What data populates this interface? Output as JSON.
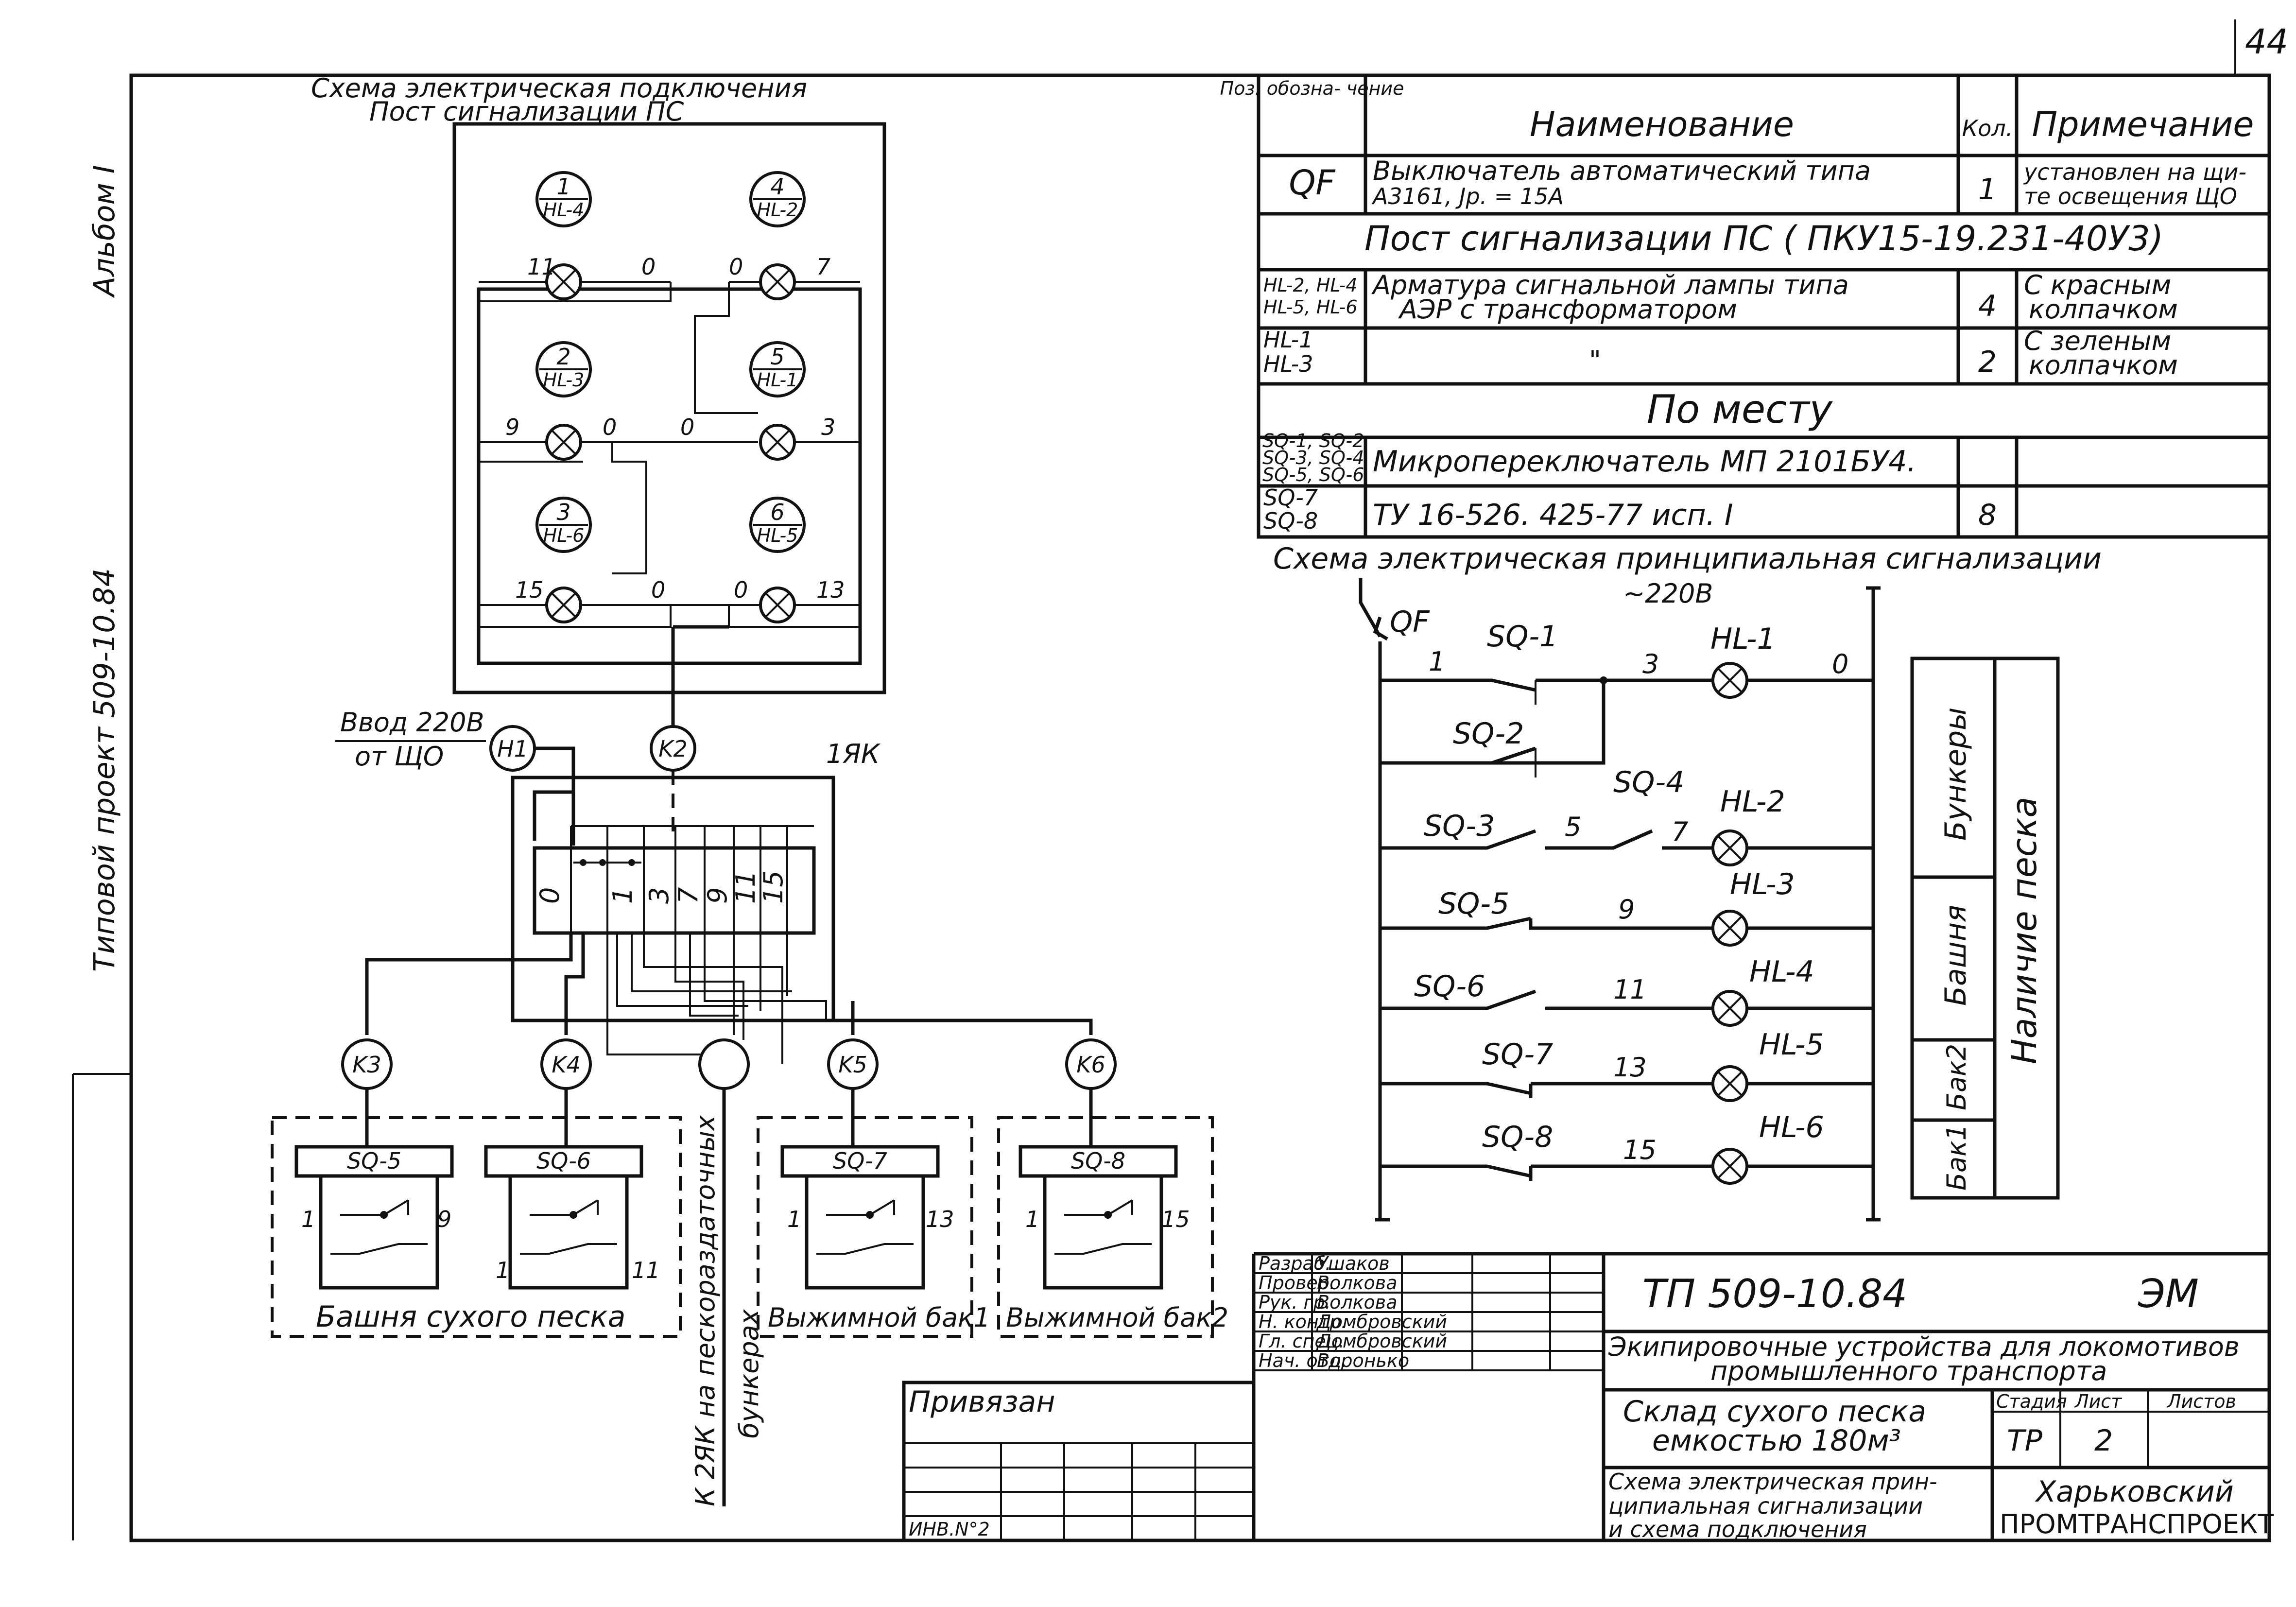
{
  "sheet": {
    "page_number": "44",
    "left_margin_album": "Альбом I",
    "left_margin_project": "Типовой проект 509-10.84"
  },
  "connection_scheme": {
    "title_line1": "Схема электрическая подключения",
    "title_line2": "Пост сигнализации ПС",
    "lamps": [
      {
        "num": "1",
        "ref": "HL-4"
      },
      {
        "num": "4",
        "ref": "HL-2"
      },
      {
        "num": "2",
        "ref": "HL-3"
      },
      {
        "num": "5",
        "ref": "HL-1"
      },
      {
        "num": "3",
        "ref": "HL-6"
      },
      {
        "num": "6",
        "ref": "HL-5"
      }
    ],
    "wire_labels": [
      "11",
      "0",
      "0",
      "7",
      "9",
      "0",
      "0",
      "3",
      "15",
      "0",
      "0",
      "13"
    ],
    "input_label_1": "Ввод 220В",
    "input_label_2": "от ЩО",
    "h1": "H1",
    "k2": "K2",
    "box_label": "1ЯК",
    "terminals": [
      "0",
      "1",
      "3",
      "7",
      "9",
      "11",
      "15"
    ],
    "cables": [
      "K3",
      "K4",
      "K5",
      "K6"
    ],
    "groups": [
      {
        "label": "Башня сухого песка",
        "switches": [
          {
            "ref": "SQ-5",
            "left": "1",
            "right": "9"
          },
          {
            "ref": "SQ-6",
            "left": "1",
            "right": "11"
          }
        ]
      },
      {
        "label": "Выжимной бак1",
        "switches": [
          {
            "ref": "SQ-7",
            "left": "1",
            "right": "13"
          }
        ]
      },
      {
        "label": "Выжимной бак2",
        "switches": [
          {
            "ref": "SQ-8",
            "left": "1",
            "right": "15"
          }
        ]
      }
    ],
    "vertical_note_1": "К 2ЯК на пескораздаточных",
    "vertical_note_2": "бункерах"
  },
  "spec_table": {
    "headers": {
      "pos": "Поз. обозна- чение",
      "name": "Наименование",
      "qty": "Кол.",
      "note": "Примечание"
    },
    "row_qf": {
      "pos": "QF",
      "name_1": "Выключатель автоматический типа",
      "name_2": "А3161, Jр. = 15А",
      "qty": "1",
      "note_1": "установлен на щи-",
      "note_2": "те освещения ЩО"
    },
    "section_1": "Пост сигнализации ПС ( ПКУ15-19.231-40У3)",
    "row_hl_a": {
      "pos_1": "HL-2, HL-4",
      "pos_2": "HL-5, HL-6",
      "name_1": "Арматура сигнальной лампы типа",
      "name_2": "АЭР с трансформатором",
      "qty": "4",
      "note_1": "С красным",
      "note_2": "колпачком"
    },
    "row_hl_b": {
      "pos_1": "HL-1",
      "pos_2": "HL-3",
      "name": "\"",
      "qty": "2",
      "note_1": "С зеленым",
      "note_2": "колпачком"
    },
    "section_2": "По месту",
    "row_sq_a": {
      "pos_1": "SQ-1, SQ-2",
      "pos_2": "SQ-3, SQ-4",
      "pos_3": "SQ-5, SQ-6",
      "name": "Микропереключатель МП 2101БУ4."
    },
    "row_sq_b": {
      "pos_1": "SQ-7",
      "pos_2": "SQ-8",
      "name": "ТУ 16-526. 425-77 исп. I",
      "qty": "8"
    }
  },
  "principal_scheme": {
    "title": "Схема электрическая принципиальная сигнализации",
    "voltage": "~220В",
    "breaker": "QF",
    "node_1": "1",
    "rungs": [
      {
        "switches": [
          "SQ-1",
          "SQ-2"
        ],
        "node": "3",
        "lamp": "HL-1",
        "end": "0"
      },
      {
        "switches": [
          "SQ-3",
          "SQ-4"
        ],
        "node": "5",
        "node2": "7",
        "lamp": "HL-2"
      },
      {
        "switches": [
          "SQ-5"
        ],
        "node": "9",
        "lamp": "HL-3"
      },
      {
        "switches": [
          "SQ-6"
        ],
        "node": "11",
        "lamp": "HL-4"
      },
      {
        "switches": [
          "SQ-7"
        ],
        "node": "13",
        "lamp": "HL-5"
      },
      {
        "switches": [
          "SQ-8"
        ],
        "node": "15",
        "lamp": "HL-6"
      }
    ],
    "side_labels": [
      "Бункеры",
      "Башня",
      "Бак2",
      "Бак1"
    ],
    "side_title": "Наличие песка"
  },
  "title_block": {
    "roles": [
      {
        "role": "Разраб.",
        "name": "Ушаков"
      },
      {
        "role": "Провер.",
        "name": "Волкова"
      },
      {
        "role": "Рук. гр.",
        "name": "Волкова"
      },
      {
        "role": "Н. контр.",
        "name": "Домбровский"
      },
      {
        "role": "Гл. спец.",
        "name": "Домбровский"
      },
      {
        "role": "Нач. отд.",
        "name": "Воронько"
      }
    ],
    "code": "ТП 509-10.84",
    "mark": "ЭМ",
    "project_1": "Экипировочные устройства для локомотивов",
    "project_2": "промышленного транспорта",
    "object_1": "Склад сухого песка",
    "object_2": "емкостью 180м³",
    "stage_h": "Стадия",
    "sheet_h": "Лист",
    "sheets_h": "Листов",
    "stage": "ТР",
    "sheet": "2",
    "drawing_1": "Схема электрическая прин-",
    "drawing_2": "ципиальная сигнализации",
    "drawing_3": "и схема подключения",
    "org_1": "Харьковский",
    "org_2": "ПРОМТРАНСПРОЕКТ",
    "privyazan": "Привязан",
    "inv": "ИНВ.N°2"
  }
}
